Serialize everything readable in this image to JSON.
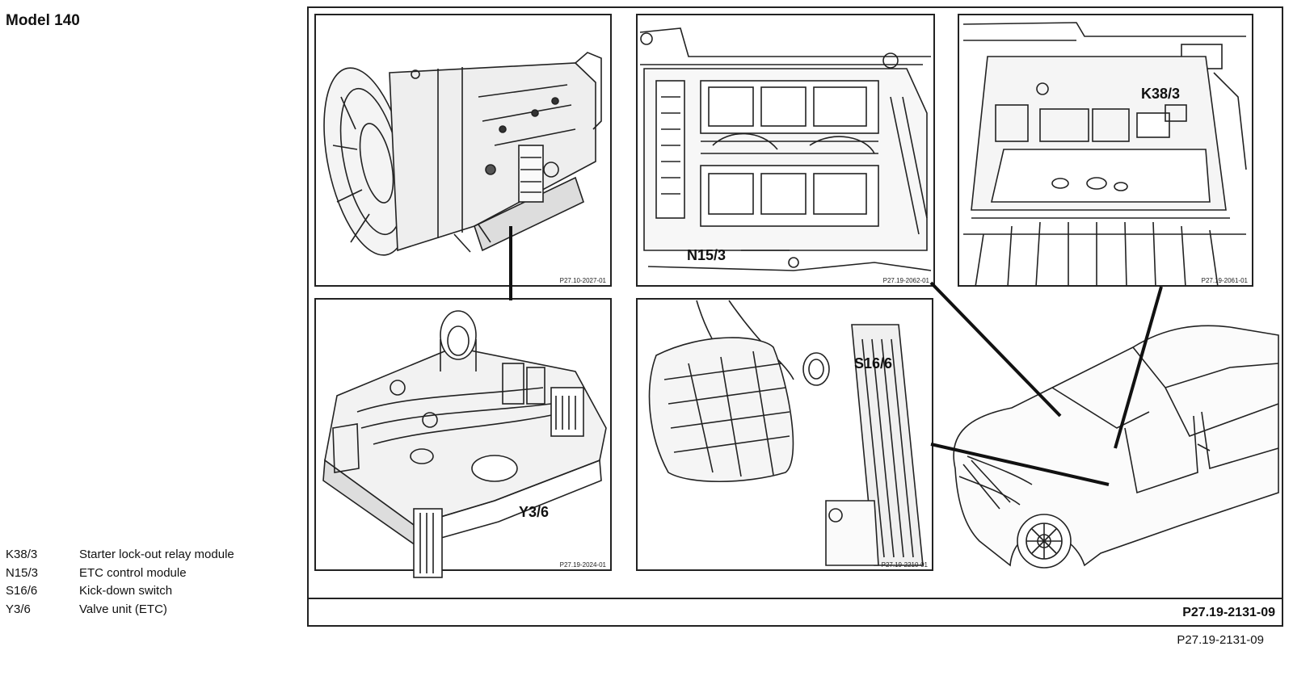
{
  "title": "Model 140",
  "legend": [
    {
      "code": "K38/3",
      "desc": "Starter lock-out relay module"
    },
    {
      "code": "N15/3",
      "desc": "ETC control module"
    },
    {
      "code": "S16/6",
      "desc": "Kick-down switch"
    },
    {
      "code": "Y3/6",
      "desc": "Valve unit (ETC)"
    }
  ],
  "figure_ref": "P27.19-2131-09",
  "panels": {
    "transmission": {
      "ref": "P27.10-2027-01"
    },
    "control_module": {
      "label": "N15/3",
      "ref": "P27.19-2062-01"
    },
    "relay_module": {
      "label": "K38/3",
      "ref": "P27.19-2061-01"
    },
    "valve_unit": {
      "label": "Y3/6",
      "ref": "P27.19-2024-01"
    },
    "pedal": {
      "label": "S16/6",
      "ref": "P27.19-2210-01"
    }
  }
}
